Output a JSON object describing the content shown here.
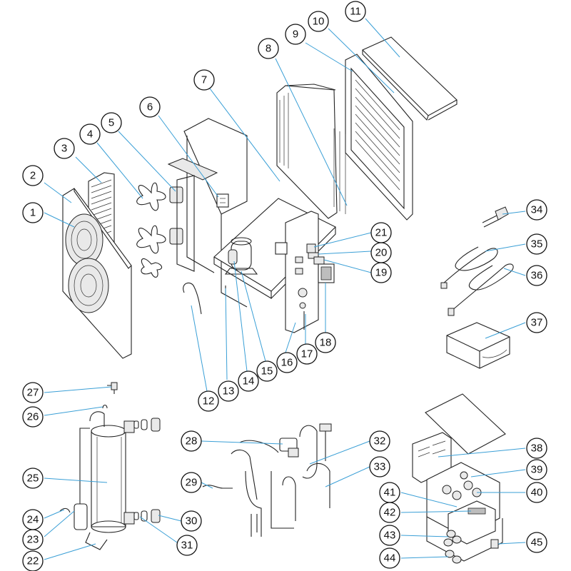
{
  "callouts": [
    {
      "id": "1",
      "label": "1",
      "target": "part-1"
    },
    {
      "id": "2",
      "label": "2",
      "target": "part-2"
    },
    {
      "id": "3",
      "label": "3",
      "target": "part-3"
    },
    {
      "id": "4",
      "label": "4",
      "target": "part-4"
    },
    {
      "id": "5",
      "label": "5",
      "target": "part-5"
    },
    {
      "id": "6",
      "label": "6",
      "target": "part-6"
    },
    {
      "id": "7",
      "label": "7",
      "target": "part-7"
    },
    {
      "id": "8",
      "label": "8",
      "target": "part-8"
    },
    {
      "id": "9",
      "label": "9",
      "target": "part-9"
    },
    {
      "id": "10",
      "label": "10",
      "target": "part-10"
    },
    {
      "id": "11",
      "label": "11",
      "target": "part-11"
    },
    {
      "id": "12",
      "label": "12",
      "target": "part-12"
    },
    {
      "id": "13",
      "label": "13",
      "target": "part-13"
    },
    {
      "id": "14",
      "label": "14",
      "target": "part-14"
    },
    {
      "id": "15",
      "label": "15",
      "target": "part-15"
    },
    {
      "id": "16",
      "label": "16",
      "target": "part-16"
    },
    {
      "id": "17",
      "label": "17",
      "target": "part-17"
    },
    {
      "id": "18",
      "label": "18",
      "target": "part-18"
    },
    {
      "id": "19",
      "label": "19",
      "target": "part-19"
    },
    {
      "id": "20",
      "label": "20",
      "target": "part-20"
    },
    {
      "id": "21",
      "label": "21",
      "target": "part-21"
    },
    {
      "id": "22",
      "label": "22",
      "target": "part-22"
    },
    {
      "id": "23",
      "label": "23",
      "target": "part-23"
    },
    {
      "id": "24",
      "label": "24",
      "target": "part-24"
    },
    {
      "id": "25",
      "label": "25",
      "target": "part-25"
    },
    {
      "id": "26",
      "label": "26",
      "target": "part-26"
    },
    {
      "id": "27",
      "label": "27",
      "target": "part-27"
    },
    {
      "id": "28",
      "label": "28",
      "target": "part-28"
    },
    {
      "id": "29",
      "label": "29",
      "target": "part-29"
    },
    {
      "id": "30",
      "label": "30",
      "target": "part-30"
    },
    {
      "id": "31",
      "label": "31",
      "target": "part-31"
    },
    {
      "id": "32",
      "label": "32",
      "target": "part-32"
    },
    {
      "id": "33",
      "label": "33",
      "target": "part-33"
    },
    {
      "id": "34",
      "label": "34",
      "target": "part-34"
    },
    {
      "id": "35",
      "label": "35",
      "target": "part-35"
    },
    {
      "id": "36",
      "label": "36",
      "target": "part-36"
    },
    {
      "id": "37",
      "label": "37",
      "target": "part-37"
    },
    {
      "id": "38",
      "label": "38",
      "target": "part-38"
    },
    {
      "id": "39",
      "label": "39",
      "target": "part-39"
    },
    {
      "id": "40",
      "label": "40",
      "target": "part-40"
    },
    {
      "id": "41",
      "label": "41",
      "target": "part-41"
    },
    {
      "id": "42",
      "label": "42",
      "target": "part-42"
    },
    {
      "id": "43",
      "label": "43",
      "target": "part-43"
    },
    {
      "id": "44",
      "label": "44",
      "target": "part-44"
    },
    {
      "id": "45",
      "label": "45",
      "target": "part-45"
    }
  ],
  "colors": {
    "leader": "#3a9fd6",
    "outline": "#222222",
    "callout_border": "#111111",
    "background": "#ffffff"
  }
}
